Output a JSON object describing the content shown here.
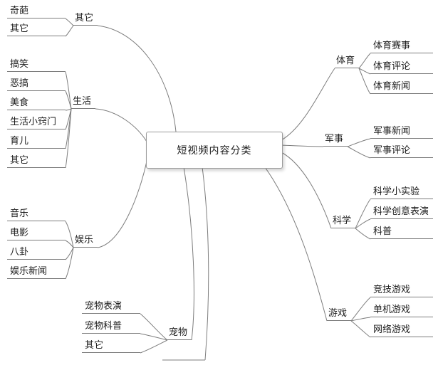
{
  "diagram": {
    "type": "mindmap",
    "center": "短视频内容分类",
    "line_color": "#7d7d7d",
    "branches": [
      {
        "label": "其它",
        "side": "left",
        "children": [
          "奇葩",
          "其它"
        ]
      },
      {
        "label": "生活",
        "side": "left",
        "children": [
          "搞笑",
          "恶搞",
          "美食",
          "生活小窍门",
          "育儿",
          "其它"
        ]
      },
      {
        "label": "娱乐",
        "side": "left",
        "children": [
          "音乐",
          "电影",
          "八卦",
          "娱乐新闻"
        ]
      },
      {
        "label": "宠物",
        "side": "left",
        "children": [
          "宠物表演",
          "宠物科普",
          "其它"
        ]
      },
      {
        "label": "体育",
        "side": "right",
        "children": [
          "体育赛事",
          "体育评论",
          "体育新闻"
        ]
      },
      {
        "label": "军事",
        "side": "right",
        "children": [
          "军事新闻",
          "军事评论"
        ]
      },
      {
        "label": "科学",
        "side": "right",
        "children": [
          "科学小实验",
          "科学创意表演",
          "科普"
        ]
      },
      {
        "label": "游戏",
        "side": "right",
        "children": [
          "竞技游戏",
          "单机游戏",
          "网络游戏"
        ]
      }
    ]
  }
}
